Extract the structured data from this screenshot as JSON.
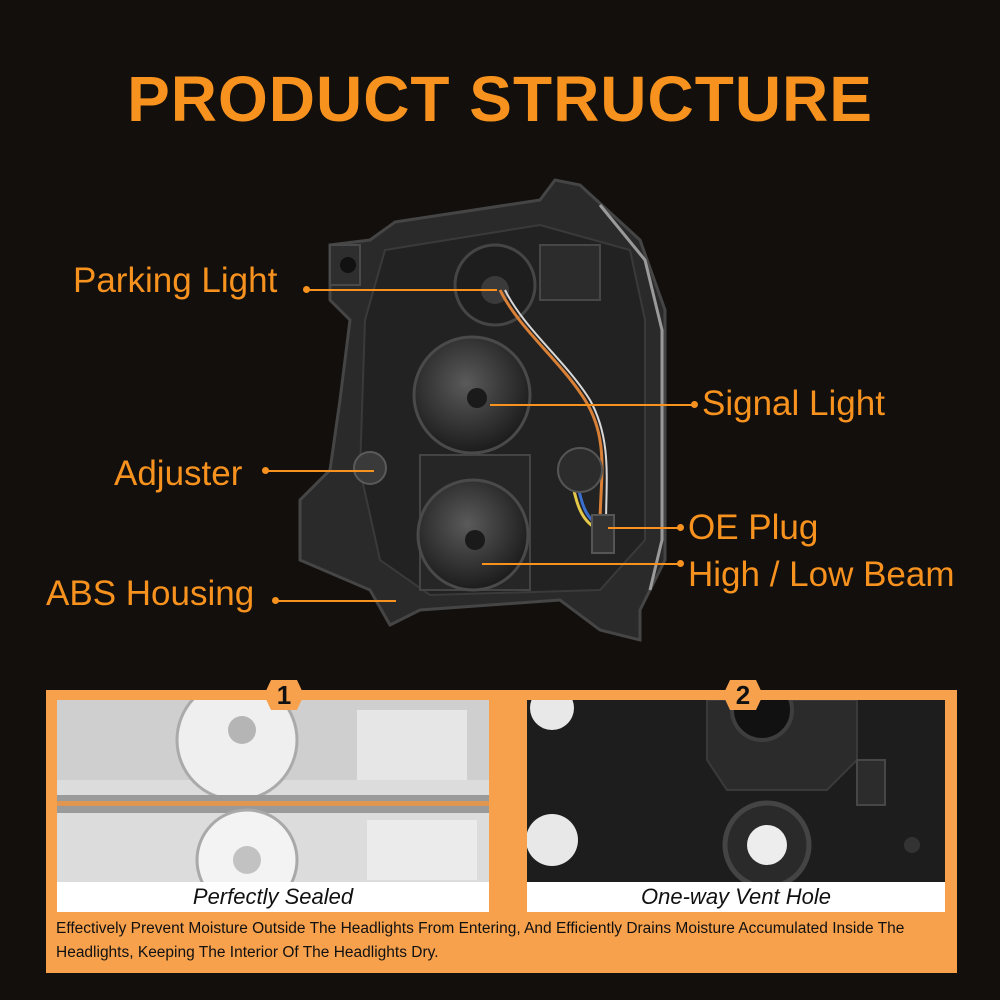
{
  "title": "PRODUCT STRUCTURE",
  "callouts": {
    "parking_light": "Parking Light",
    "signal_light": "Signal Light",
    "adjuster": "Adjuster",
    "oe_plug": "OE Plug",
    "high_low_beam": "High / Low Beam",
    "abs_housing": "ABS Housing"
  },
  "features": [
    {
      "number": "1",
      "caption": "Perfectly Sealed"
    },
    {
      "number": "2",
      "caption": "One-way Vent Hole"
    }
  ],
  "description": "Effectively Prevent Moisture Outside The Headlights From Entering, And Efficiently Drains Moisture Accumulated Inside The Headlights, Keeping The Interior Of The Headlights Dry.",
  "colors": {
    "accent": "#f7921e",
    "background": "#120f0d",
    "panel": "#f7a14d"
  }
}
